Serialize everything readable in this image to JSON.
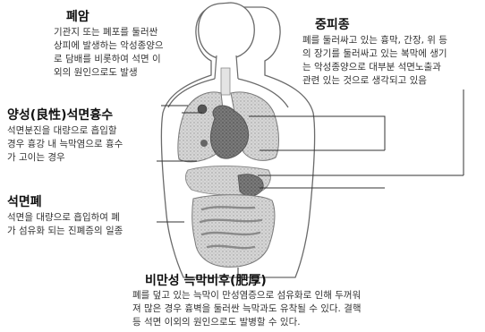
{
  "labels": {
    "lung_cancer": {
      "title": "폐암",
      "lines": [
        "기관지 또는 폐포를 둘러싼",
        "상피에 발생하는 악성종양으",
        "로 담배를 비롯하여 석면 이",
        "외의 원인으로도 발생"
      ]
    },
    "mesothelioma": {
      "title": "중피종",
      "lines": [
        "폐를 둘러싸고 있는 흉막, 간장, 위 등",
        "의 장기를 둘러싸고 있는 복막에 생기",
        "는 악성종양으로 대부분 석면노출과",
        "관련 있는 것으로 생각되고 있음"
      ]
    },
    "benign_effusion": {
      "title": "양성(良性)석면흉수",
      "lines": [
        "석면분진을 대량으로 흡입할",
        "경우 흉강 내 늑막염으로 흉수",
        "가 고이는 경우"
      ]
    },
    "asbestosis": {
      "title": "석면폐",
      "lines": [
        "석면을 대량으로 흡입하여 폐",
        "가 섬유화 되는 진폐증의 일종"
      ]
    },
    "pleural_thickening": {
      "title": "비만성 늑막비후(肥厚)",
      "lines": [
        "폐를 덮고 있는 늑막이 만성염증으로 섬유화로 인해 두꺼워",
        "져 많은 경우 흉벽을 둘러싼 늑막과도 유착될 수 있다. 결핵",
        "등 석면 이외의 원인으로도 발병할 수 있다."
      ]
    }
  }
}
